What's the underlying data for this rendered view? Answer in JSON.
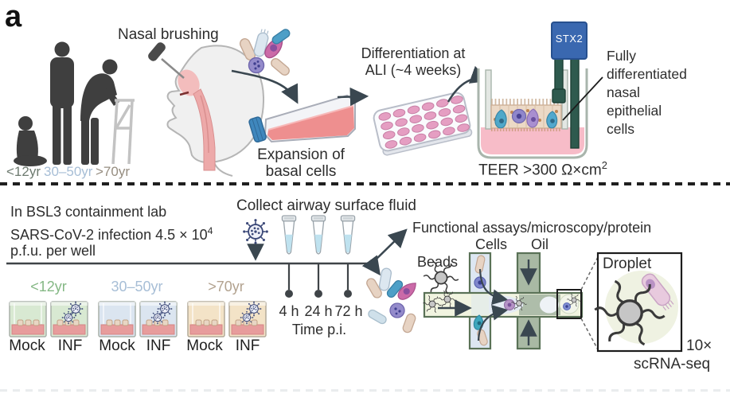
{
  "panel_label": "a",
  "colors": {
    "age_child_top": "#6e7b70",
    "age_adult_top": "#a7bed6",
    "age_elderly_top": "#968d80",
    "age_child_bottom": "#85b885",
    "age_adult_bottom": "#a7bed6",
    "age_elderly_bottom": "#b2a28f",
    "virus_outline": "#3b4878",
    "media_pink": "#e79c9c",
    "stx2_blue": "#3a68b0",
    "electrode_green": "#2e5a4e",
    "channel_green": "#5a7257",
    "text": "#2d2d2d"
  },
  "top": {
    "nasal_brushing": "Nasal brushing",
    "ages": [
      "<12yr",
      "30–50yr",
      ">70yr"
    ],
    "expansion_l1": "Expansion of",
    "expansion_l2": "basal cells",
    "diff_l1": "Differentiation at",
    "diff_l2": "ALI (~4 weeks)",
    "stx2": "STX2",
    "fully_lines": [
      "Fully",
      "differentiated",
      "nasal",
      "epithelial",
      "cells"
    ],
    "teer_pre": "TEER >300 Ω×cm",
    "teer_sup": "2"
  },
  "bottom": {
    "bsl3": "In BSL3 containment lab",
    "infection_pre": "SARS-CoV-2 infection 4.5 × 10",
    "infection_sup": "4",
    "infection_l2": "p.f.u. per well",
    "collect": "Collect airway surface fluid",
    "functional": "Functional assays/microscopy/protein",
    "timepoints": [
      "4 h",
      "24 h",
      "72 h"
    ],
    "time_pi": "Time p.i.",
    "groups": [
      {
        "label": "<12yr",
        "mock": "Mock",
        "inf": "INF"
      },
      {
        "label": "30–50yr",
        "mock": "Mock",
        "inf": "INF"
      },
      {
        "label": ">70yr",
        "mock": "Mock",
        "inf": "INF"
      }
    ],
    "beads": "Beads",
    "cells": "Cells",
    "oil": "Oil",
    "droplet": "Droplet",
    "tenx": "10×",
    "scrnaseq": "scRNA-seq"
  }
}
